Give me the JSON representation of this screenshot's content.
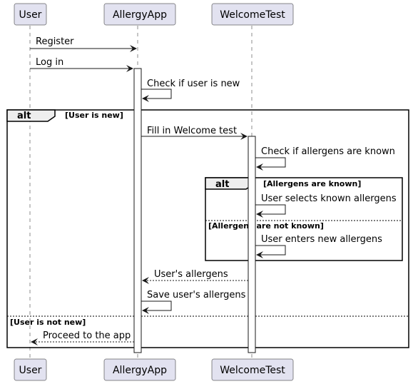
{
  "participants": [
    "User",
    "AllergyApp",
    "WelcomeTest"
  ],
  "messages": [
    "Register",
    "Log in",
    "Check if user is new",
    "Fill in Welcome test",
    "Check if allergens are known",
    "User selects known allergens",
    "User enters new allergens",
    "User's allergens",
    "Save user's allergens",
    "Proceed to the app"
  ],
  "frames": {
    "outer": {
      "keyword": "alt",
      "guard_1": "[User is new]",
      "guard_2": "[User is not new]"
    },
    "inner": {
      "keyword": "alt",
      "guard_1": "[Allergens are known]",
      "guard_2": "[Allergens are not known]"
    }
  }
}
